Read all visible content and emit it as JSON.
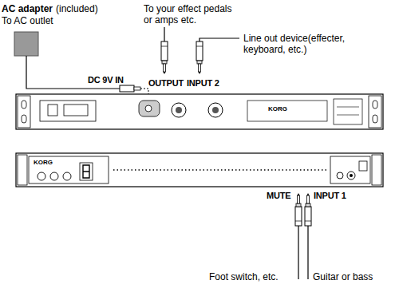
{
  "diagram": {
    "labels": [
      "AC adapter",
      "(included)",
      "To AC outlet",
      "To your effect pedals or amps etc.",
      "Line out device(effecter, keyboard, etc.)",
      "DC 9V IN",
      "OUTPUT",
      "INPUT 2",
      "MUTE",
      "INPUT 1",
      "Foot switch, etc.",
      "Guitar or bass",
      "KORG",
      "KORG"
    ]
  }
}
